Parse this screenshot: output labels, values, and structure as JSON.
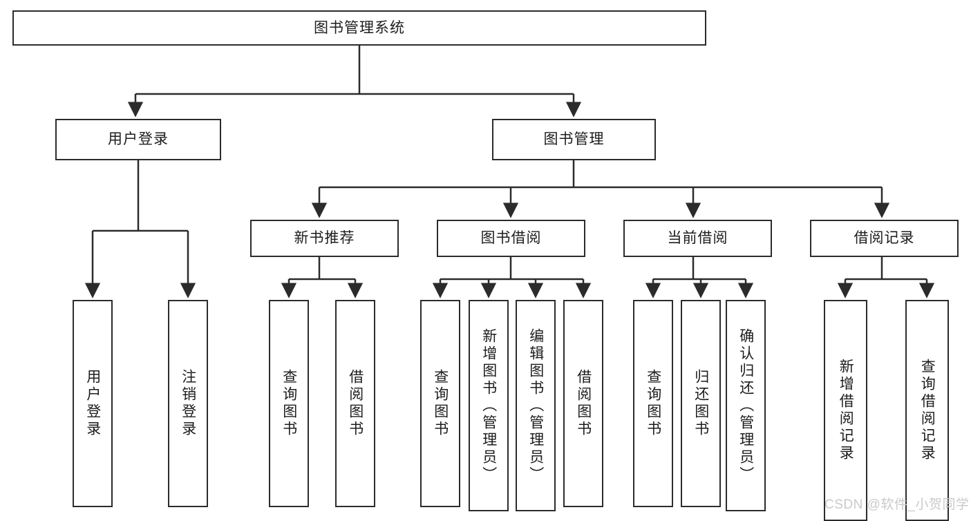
{
  "diagram": {
    "title": "图书管理系统",
    "type": "tree-hierarchy-chart",
    "root": {
      "label": "图书管理系统"
    },
    "level1": [
      {
        "label": "用户登录"
      },
      {
        "label": "图书管理"
      }
    ],
    "level2_under_book_management": [
      {
        "label": "新书推荐"
      },
      {
        "label": "图书借阅"
      },
      {
        "label": "当前借阅"
      },
      {
        "label": "借阅记录"
      }
    ],
    "leaves_user_login": [
      {
        "label": "用户登录"
      },
      {
        "label": "注销登录"
      }
    ],
    "leaves_new_book": [
      {
        "label": "查询图书"
      },
      {
        "label": "借阅图书"
      }
    ],
    "leaves_book_borrow": [
      {
        "label": "查询图书"
      },
      {
        "label": "新增图书（管理员）"
      },
      {
        "label": "编辑图书（管理员）"
      },
      {
        "label": "借阅图书"
      }
    ],
    "leaves_current_borrow": [
      {
        "label": "查询图书"
      },
      {
        "label": "归还图书"
      },
      {
        "label": "确认归还（管理员）"
      }
    ],
    "leaves_borrow_record": [
      {
        "label": "新增借阅记录"
      },
      {
        "label": "查询借阅记录"
      }
    ]
  },
  "watermark": {
    "text": "CSDN @软件_小贺同学"
  },
  "colors": {
    "stroke": "#2b2b2b",
    "background": "#ffffff",
    "text": "#1c1c1c",
    "watermark": "#c9c9c9"
  }
}
